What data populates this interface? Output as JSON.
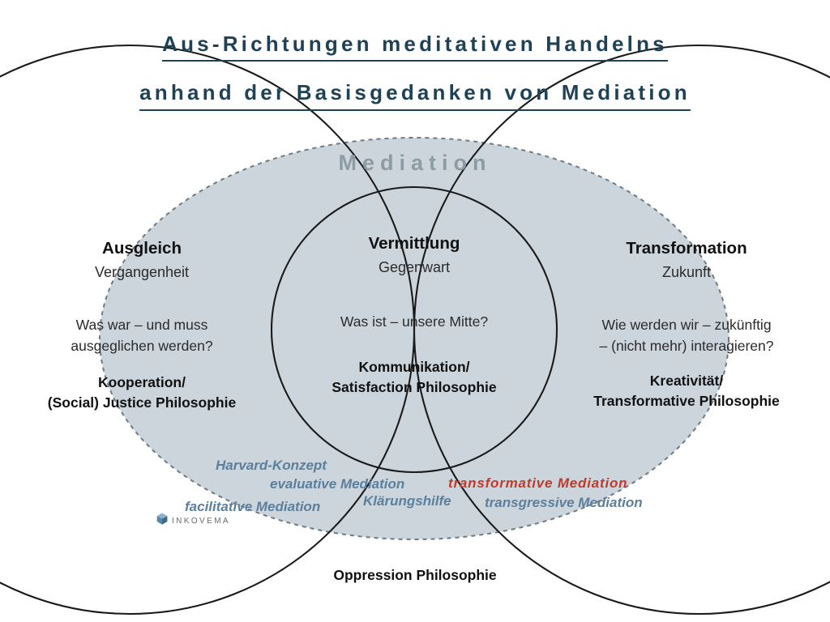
{
  "title": {
    "line1": "Aus-Richtungen meditativen Handelns",
    "line2": "anhand der Basisgedanken von Mediation",
    "color": "#1f4257"
  },
  "diagram": {
    "umbrella_label": "Mediation",
    "umbrella_label_color": "#8d9ba5",
    "fill_color": "#ccd5dc",
    "dotted_border_color": "#6e7b84",
    "circle_stroke_color": "#1a1a1a",
    "columns": [
      {
        "id": "ausgleich",
        "title": "Ausgleich",
        "subtitle": "Vergangenheit",
        "question_line1": "Was war – und muss",
        "question_line2": "ausgeglichen werden?",
        "philosophy_line1": "Kooperation/",
        "philosophy_line2": "(Social) Justice Philosophie"
      },
      {
        "id": "vermittlung",
        "title": "Vermittlung",
        "subtitle": "Gegenwart",
        "question_line1": "Was ist – unsere Mitte?",
        "question_line2": "",
        "philosophy_line1": "Kommunikation/",
        "philosophy_line2": "Satisfaction Philosophie"
      },
      {
        "id": "transformation",
        "title": "Transformation",
        "subtitle": "Zukunft",
        "question_line1": "Wie werden wir – zukünftig",
        "question_line2": "– (nicht mehr) interagieren?",
        "philosophy_line1": "Kreativität/",
        "philosophy_line2": "Transformative Philosophie"
      }
    ],
    "school_labels": [
      {
        "id": "harvard-konzept",
        "text": "Harvard-Konzept",
        "color": "#5b7f9c"
      },
      {
        "id": "evaluative-mediation",
        "text": "evaluative Mediation",
        "color": "#5b7f9c"
      },
      {
        "id": "transformative-mediation",
        "text": "transformative Mediation",
        "color": "#c0392b"
      },
      {
        "id": "facilitative-mediation",
        "text": "facilitative Mediation",
        "color": "#5b7f9c"
      },
      {
        "id": "klaerungshilfe",
        "text": "Klärungshilfe",
        "color": "#5b7f9c"
      },
      {
        "id": "transgressive-mediation",
        "text": "transgressive Mediation",
        "color": "#5b7f9c"
      }
    ]
  },
  "logo": {
    "name": "INKOVEMA",
    "mark": "diamond-icon"
  },
  "bottom_caption": "Oppression Philosophie"
}
